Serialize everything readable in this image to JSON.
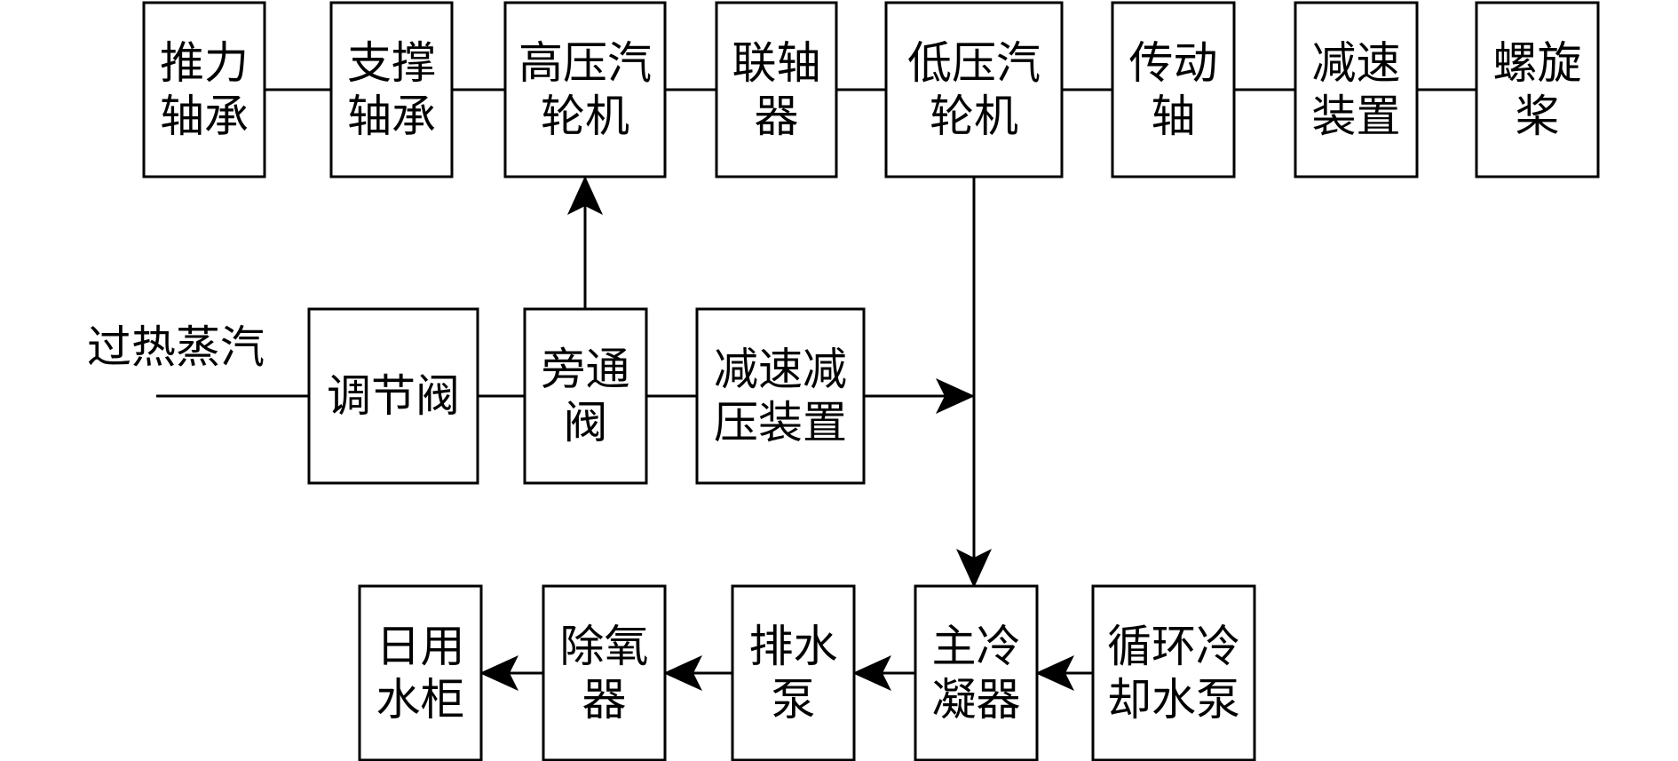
{
  "diagram": {
    "input_label": "过热蒸汽",
    "top_row": [
      {
        "id": "thrust_bearing",
        "lines": [
          "推力",
          "轴承"
        ]
      },
      {
        "id": "support_bearing",
        "lines": [
          "支撑",
          "轴承"
        ]
      },
      {
        "id": "hp_turbine",
        "lines": [
          "高压汽",
          "轮机"
        ]
      },
      {
        "id": "coupling",
        "lines": [
          "联轴",
          "器"
        ]
      },
      {
        "id": "lp_turbine",
        "lines": [
          "低压汽",
          "轮机"
        ]
      },
      {
        "id": "drive_shaft",
        "lines": [
          "传动",
          "轴"
        ]
      },
      {
        "id": "reduction_gear",
        "lines": [
          "减速",
          "装置"
        ]
      },
      {
        "id": "propeller",
        "lines": [
          "螺旋",
          "桨"
        ]
      }
    ],
    "middle_row": [
      {
        "id": "control_valve",
        "lines": [
          "调节阀"
        ]
      },
      {
        "id": "bypass_valve",
        "lines": [
          "旁通",
          "阀"
        ]
      },
      {
        "id": "desuperheater",
        "lines": [
          "减速减",
          "压装置"
        ]
      }
    ],
    "bottom_row": [
      {
        "id": "daily_tank",
        "lines": [
          "日用",
          "水柜"
        ]
      },
      {
        "id": "deaerator",
        "lines": [
          "除氧",
          "器"
        ]
      },
      {
        "id": "drain_pump",
        "lines": [
          "排水",
          "泵"
        ]
      },
      {
        "id": "main_condenser",
        "lines": [
          "主冷",
          "凝器"
        ]
      },
      {
        "id": "cooling_pump",
        "lines": [
          "循环冷",
          "却水泵"
        ]
      }
    ]
  }
}
